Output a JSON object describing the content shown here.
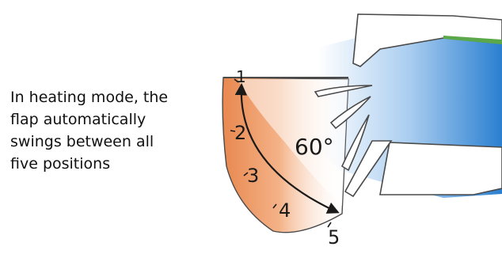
{
  "caption": {
    "lines": [
      "In heating mode, the",
      "flap automatically",
      "swings between all",
      "five positions"
    ]
  },
  "diagram": {
    "angle_label": "60°",
    "positions": [
      "1",
      "2",
      "3",
      "4",
      "5"
    ],
    "colors": {
      "sector_orange": "#e8884f",
      "sector_light": "#fbe3d2",
      "airflow_blue": "#2a7fd0",
      "housing_white": "#ffffff",
      "outline": "#4a4a4a",
      "accent_green": "#5aa84a"
    }
  }
}
